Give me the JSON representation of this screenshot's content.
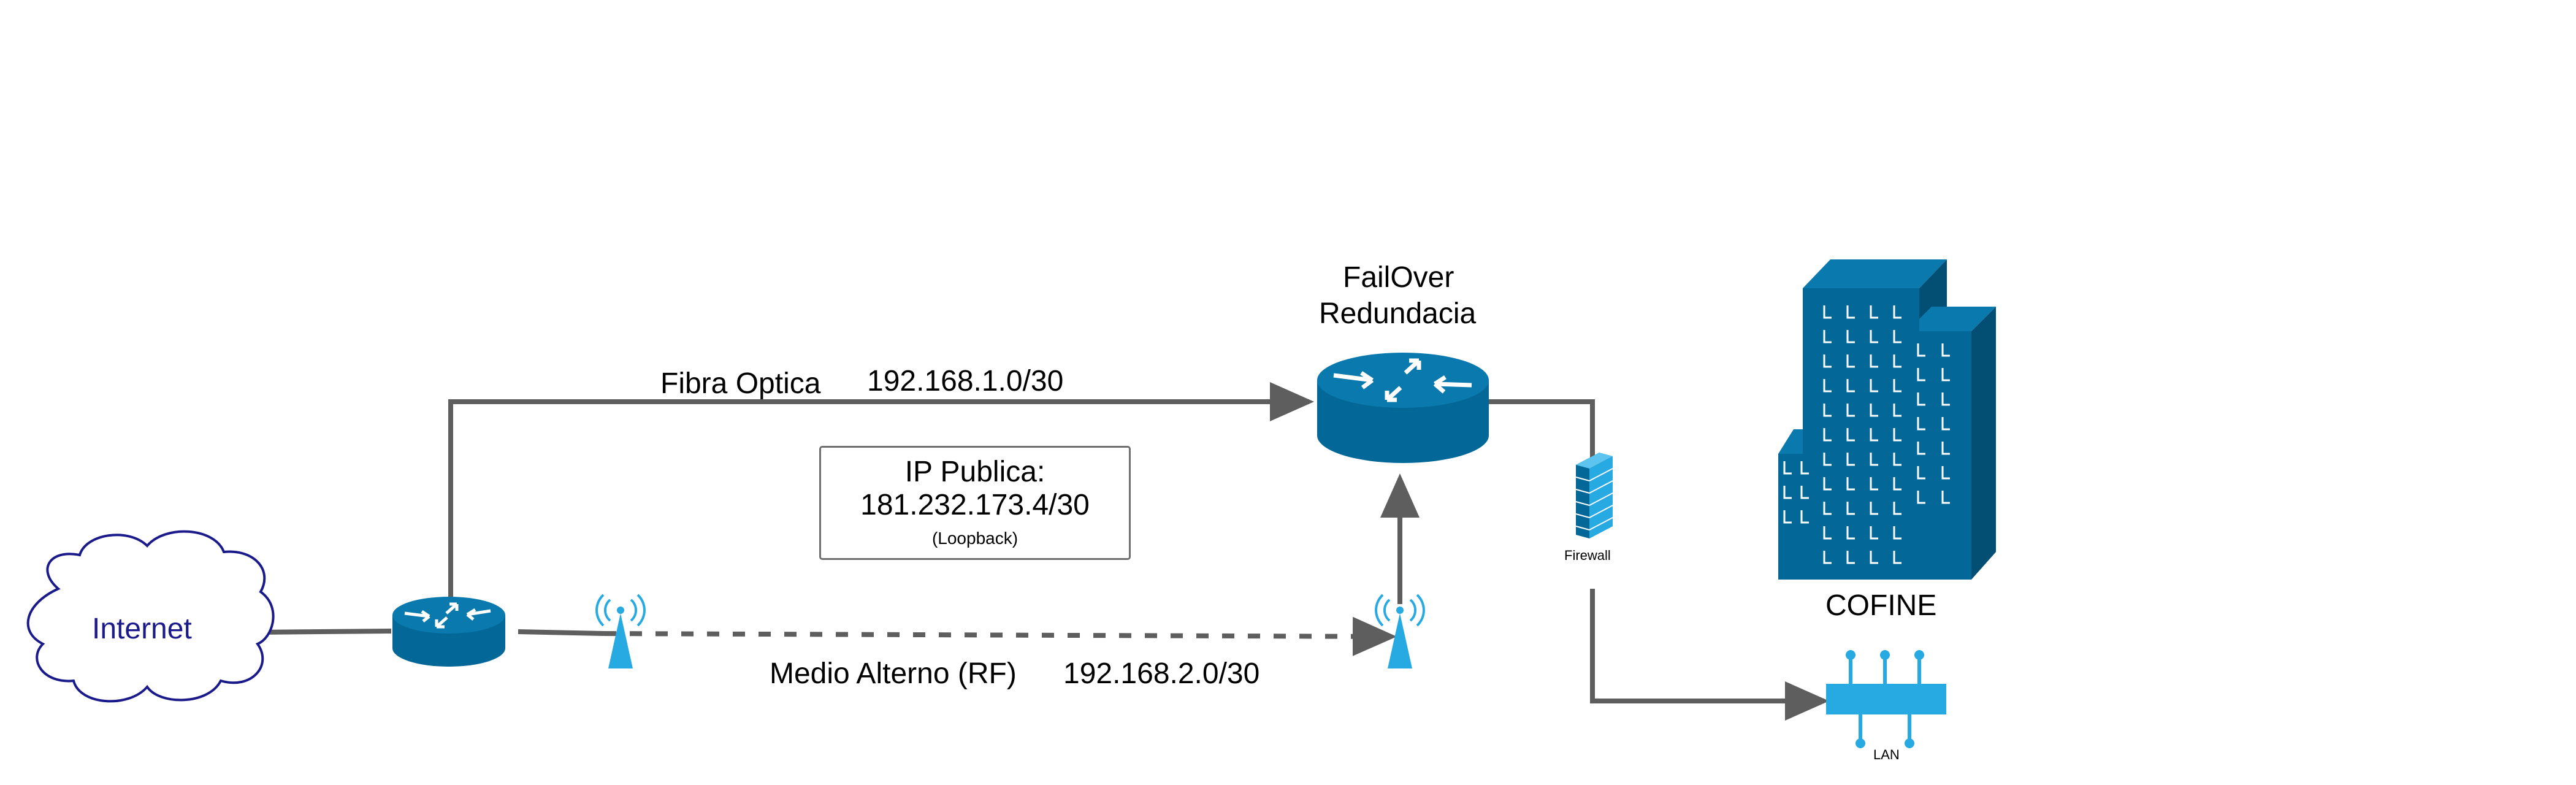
{
  "colors": {
    "line": "#5e5e5e",
    "device": "#036897",
    "device_light": "#27a9e1",
    "white": "#ffffff",
    "cloud_text": "#1a1a8a"
  },
  "nodes": {
    "internet": {
      "label": "Internet",
      "icon": "cloud-icon"
    },
    "edge_router": {
      "icon": "router-icon"
    },
    "failover_router": {
      "title_line1": "FailOver",
      "title_line2": "Redundacia",
      "icon": "router-icon"
    },
    "firewall": {
      "label": "Firewall",
      "icon": "firewall-icon"
    },
    "building": {
      "label": "COFINE",
      "icon": "office-building-icon"
    },
    "lan_switch": {
      "label": "LAN",
      "icon": "switch-icon"
    },
    "antenna_left": {
      "icon": "antenna-icon"
    },
    "antenna_right": {
      "icon": "antenna-icon"
    }
  },
  "links": {
    "fiber": {
      "label": "Fibra Optica",
      "subnet": "192.168.1.0/30",
      "style": "solid"
    },
    "rf": {
      "label": "Medio Alterno (RF)",
      "subnet": "192.168.2.0/30",
      "style": "dashed"
    }
  },
  "public_ip": {
    "title": "IP Publica:",
    "address": "181.232.173.4/30",
    "note": "(Loopback)"
  }
}
